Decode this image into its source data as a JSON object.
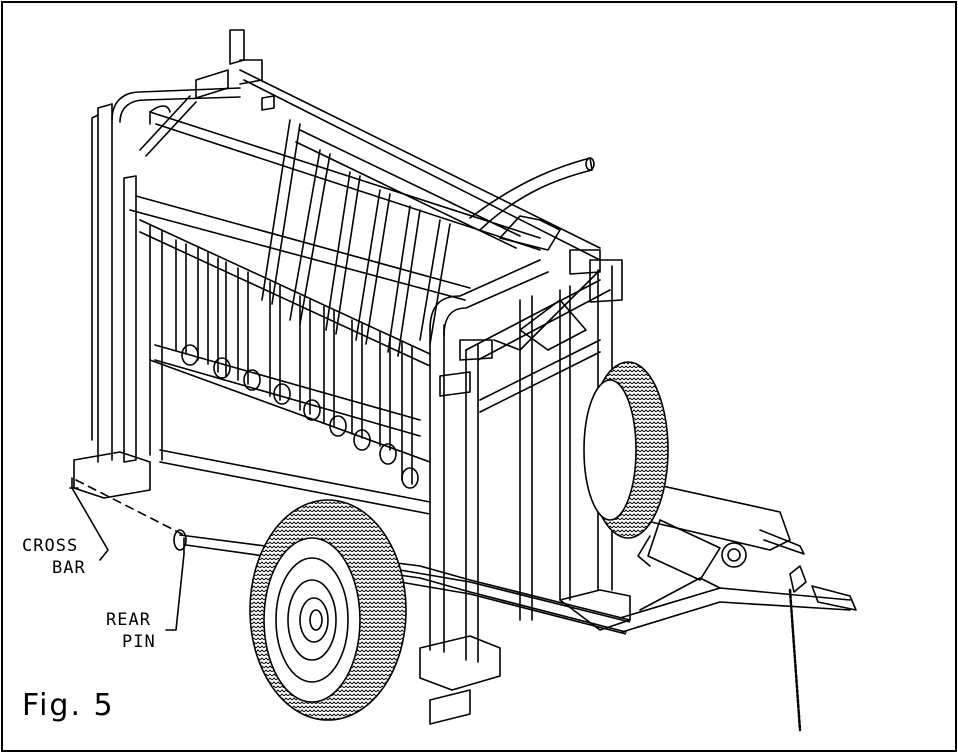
{
  "labels": {
    "cross_bar_line1": "CROSS",
    "cross_bar_line2": "BAR",
    "rear_pin_line1": "REAR",
    "rear_pin_line2": "PIN",
    "figure_caption": "Fig. 5"
  },
  "colors": {
    "ink": "#000000",
    "paper": "#ffffff"
  }
}
